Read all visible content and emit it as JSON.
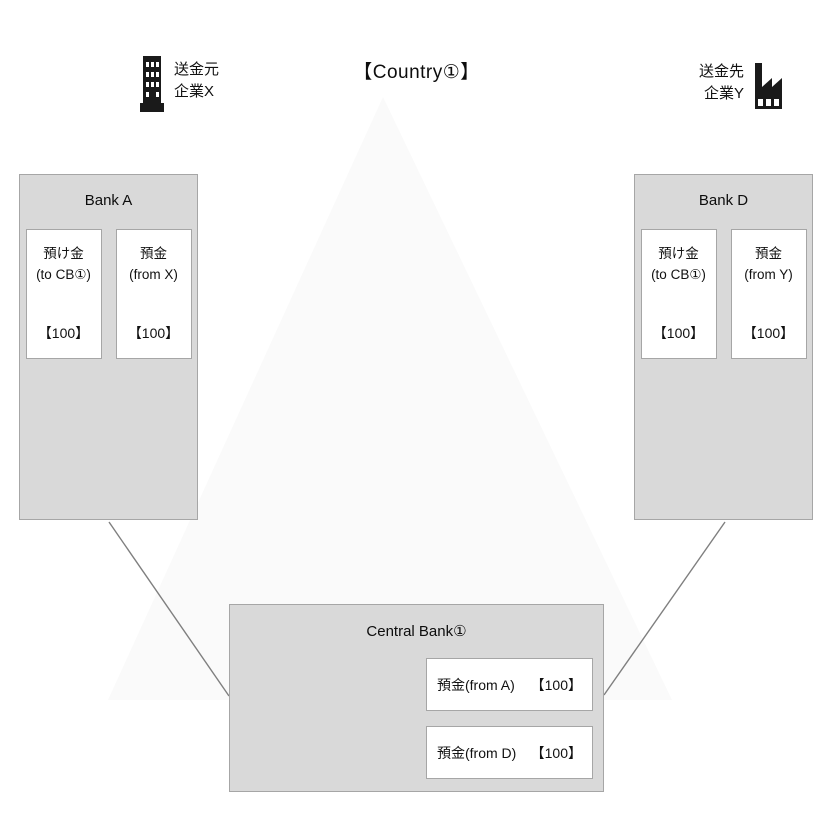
{
  "header": {
    "sender": {
      "icon": "building-icon",
      "line1": "送金元",
      "line2": "企業X"
    },
    "country_label": "【Country①】",
    "receiver": {
      "icon": "factory-icon",
      "line1": "送金先",
      "line2": "企業Y"
    }
  },
  "bank_a": {
    "title": "Bank A",
    "cells": [
      {
        "line1": "預け金",
        "line2": "(to CB①)",
        "amount": "【100】"
      },
      {
        "line1": "預金",
        "line2": "(from X)",
        "amount": "【100】"
      }
    ]
  },
  "bank_d": {
    "title": "Bank D",
    "cells": [
      {
        "line1": "預け金",
        "line2": "(to CB①)",
        "amount": "【100】"
      },
      {
        "line1": "預金",
        "line2": "(from Y)",
        "amount": "【100】"
      }
    ]
  },
  "central_bank": {
    "title": "Central Bank①",
    "rows": [
      {
        "label": "預金(from A)",
        "amount": "【100】"
      },
      {
        "label": "預金(from D)",
        "amount": "【100】"
      }
    ]
  },
  "colors": {
    "box_fill": "#d9d9d9",
    "box_border": "#a6a6a6",
    "cell_fill": "#ffffff",
    "cell_border": "#a6a6a6",
    "connector_line": "#7f7f7f",
    "triangle_watermark": "#fafafa",
    "text": "#111111",
    "icon": "#1a1a1a"
  }
}
